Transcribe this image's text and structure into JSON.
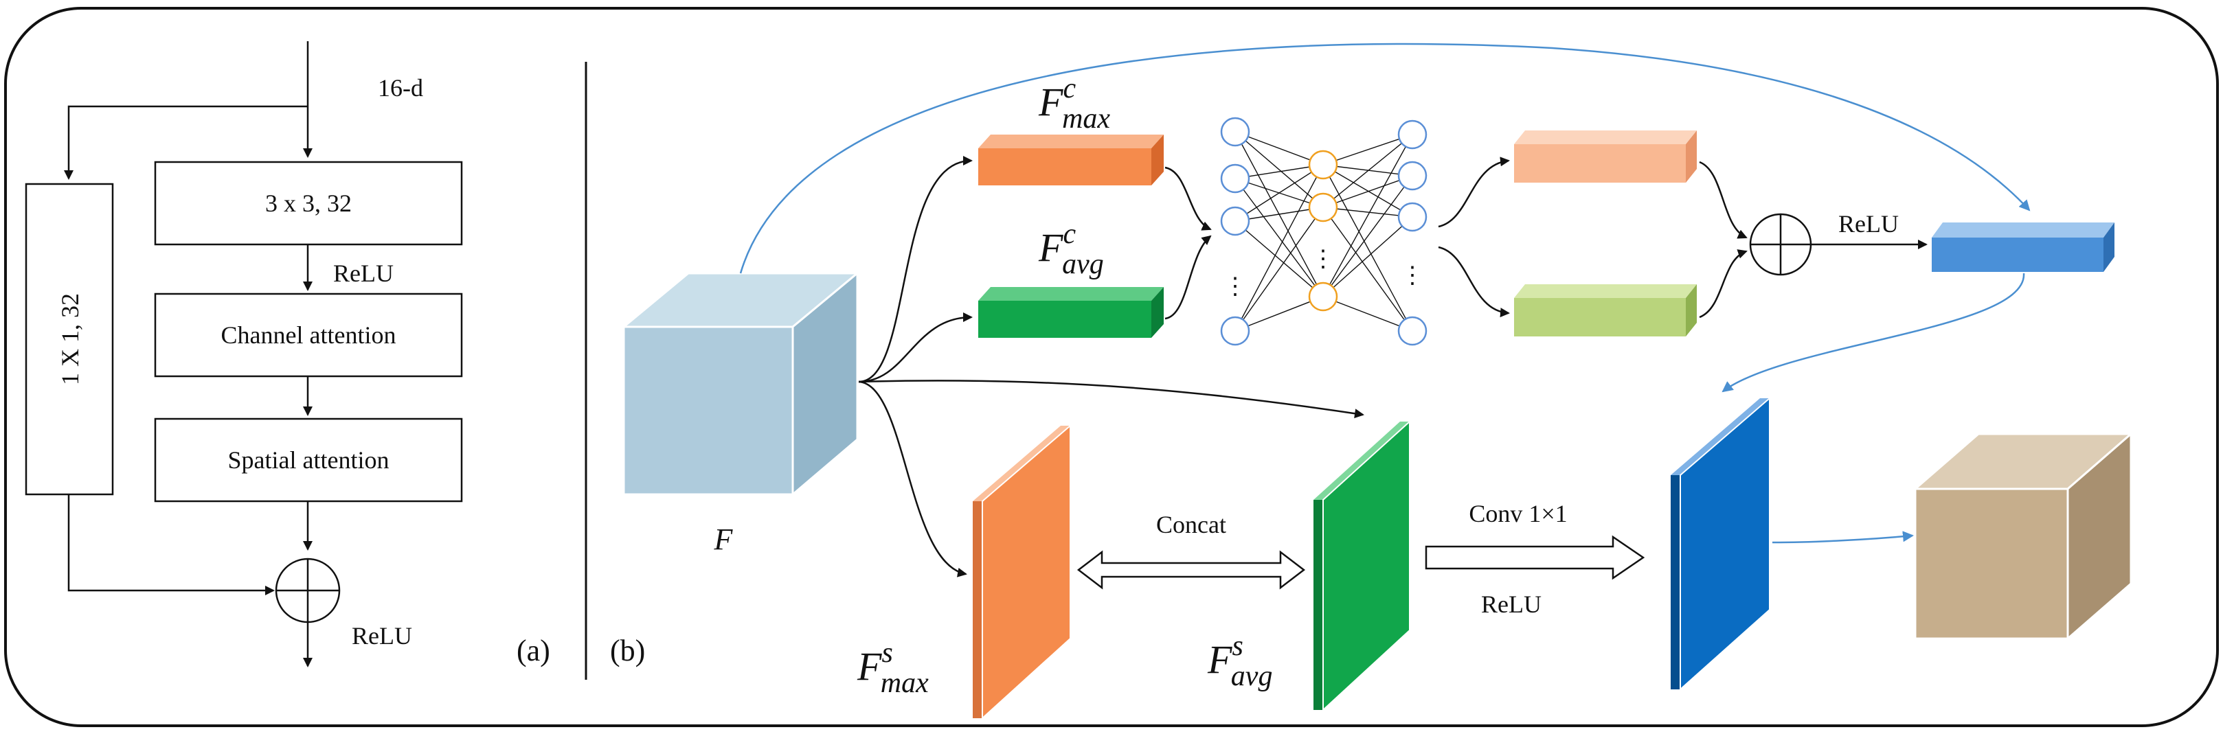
{
  "panel_a": {
    "label": "(a)",
    "input_dim": "16-d",
    "conv3x3": "3 x 3, 32",
    "relu_mid": "ReLU",
    "channel_attention": "Channel attention",
    "spatial_attention": "Spatial attention",
    "shortcut": "1 X 1, 32",
    "relu_out": "ReLU"
  },
  "panel_b": {
    "label": "(b)",
    "input": "F",
    "fc_max": {
      "base": "F",
      "sup": "c",
      "sub": "max"
    },
    "fc_avg": {
      "base": "F",
      "sup": "c",
      "sub": "avg"
    },
    "fs_max": {
      "base": "F",
      "sup": "s",
      "sub": "max"
    },
    "fs_avg": {
      "base": "F",
      "sup": "s",
      "sub": "avg"
    },
    "mlp_ellipsis": "⋮",
    "relu_channel": "ReLU",
    "concat": "Concat",
    "conv": "Conv 1×1",
    "relu_spatial": "ReLU"
  },
  "colors": {
    "input_cube": "#aecbdc",
    "orange_max": "#f58b4c",
    "green_avg": "#11a64b",
    "light_orange": "#f9b892",
    "light_green": "#b9d47c",
    "blue_weight": "#4a90d8",
    "blue_map": "#0a6cc2",
    "output_cube": "#c6ae8c",
    "mlp_blue": "#5b8fd6",
    "mlp_orange": "#f0a020"
  }
}
